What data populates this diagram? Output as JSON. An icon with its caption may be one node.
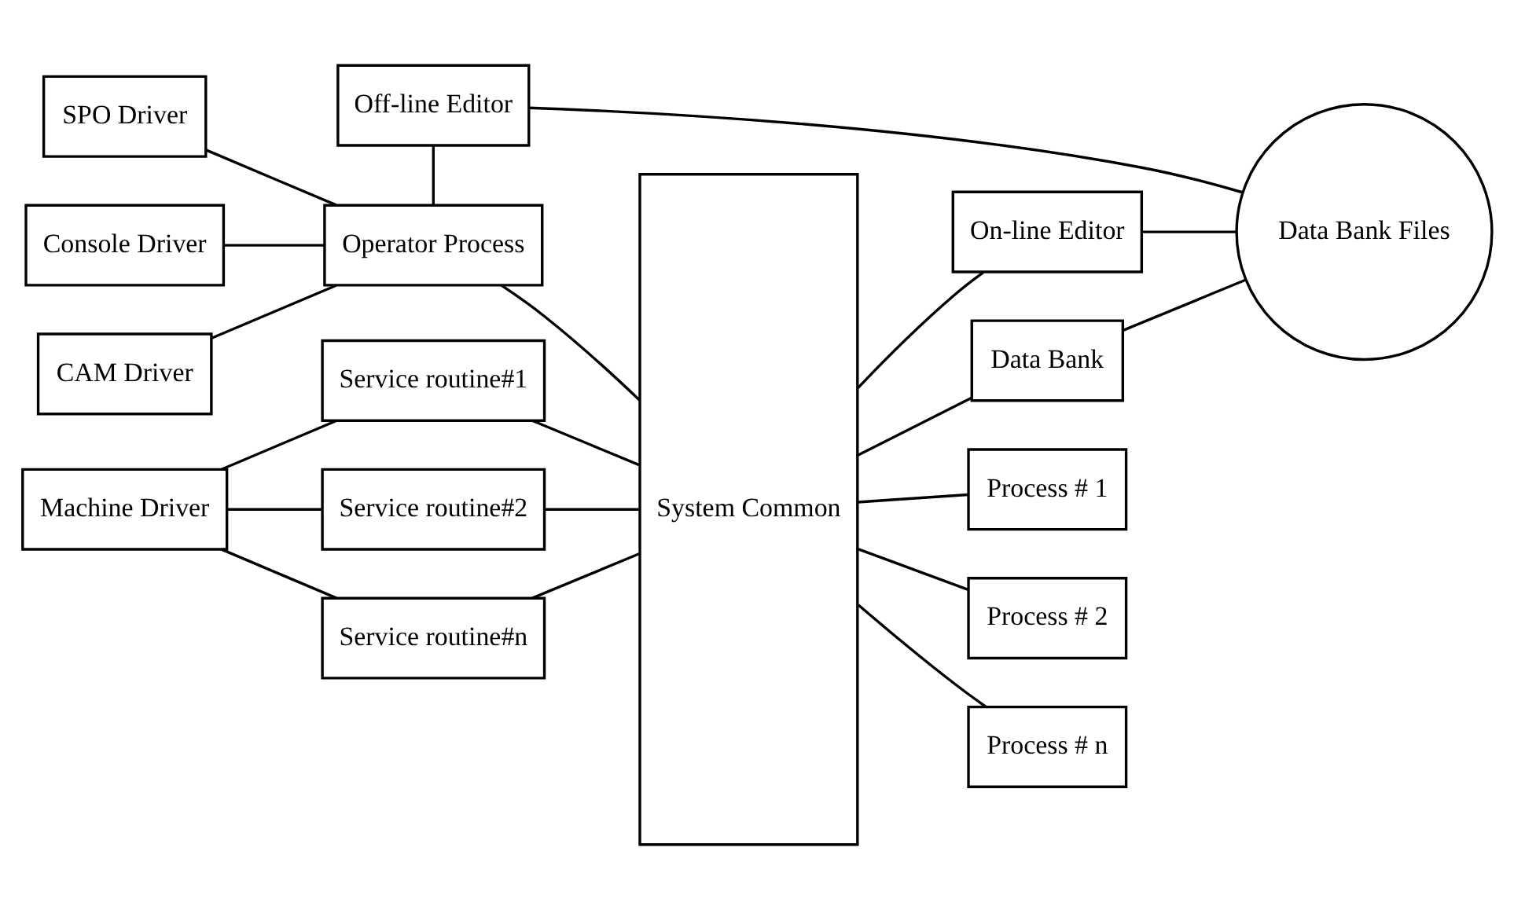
{
  "diagram": {
    "nodes": [
      {
        "text": [
          "Off-line Editor"
        ]
      },
      {
        "text": [
          "SPO Driver"
        ]
      },
      {
        "text": [
          "Console Driver"
        ]
      },
      {
        "text": [
          "CAM Driver"
        ]
      },
      {
        "text": [
          "Operator Process"
        ]
      },
      {
        "text": [
          "System Common"
        ]
      },
      {
        "text": [
          "On-line Editor"
        ]
      },
      {
        "text": [
          "Data Bank"
        ]
      },
      {
        "text": [
          "Data Bank Files"
        ]
      },
      {
        "text": [
          "Service routine#1"
        ]
      },
      {
        "text": [
          "Service routine#2"
        ]
      },
      {
        "text": [
          "Service routine#n"
        ]
      },
      {
        "text": [
          "Machine Driver"
        ]
      },
      {
        "text": [
          "Process # 1"
        ]
      },
      {
        "text": [
          "Process # 2"
        ]
      },
      {
        "text": [
          "Process # n"
        ]
      }
    ],
    "edges": [
      {
        "from": 0,
        "to": 4,
        "arrow": "none"
      },
      {
        "from": 0,
        "to": 8,
        "arrow": "none"
      },
      {
        "from": 1,
        "to": 4,
        "arrow": "none"
      },
      {
        "from": 2,
        "to": 4,
        "arrow": "none"
      },
      {
        "from": 3,
        "to": 4,
        "arrow": "none"
      },
      {
        "from": 4,
        "to": 5,
        "arrow": "none"
      },
      {
        "from": 5,
        "to": 6,
        "arrow": "none"
      },
      {
        "from": 5,
        "to": 7,
        "arrow": "none"
      },
      {
        "from": 6,
        "to": 8,
        "arrow": "none"
      },
      {
        "from": 7,
        "to": 8,
        "arrow": "none"
      },
      {
        "from": 9,
        "to": 5,
        "arrow": "none"
      },
      {
        "from": 10,
        "to": 5,
        "arrow": "none"
      },
      {
        "from": 11,
        "to": 5,
        "arrow": "none"
      },
      {
        "from": 12,
        "to": 9,
        "arrow": "none"
      },
      {
        "from": 12,
        "to": 10,
        "arrow": "none"
      },
      {
        "from": 12,
        "to": 11,
        "arrow": "none"
      },
      {
        "from": 5,
        "to": 13,
        "arrow": "none"
      },
      {
        "from": 5,
        "to": 14,
        "arrow": "none"
      },
      {
        "from": 5,
        "to": 15,
        "arrow": "none"
      }
    ]
  }
}
